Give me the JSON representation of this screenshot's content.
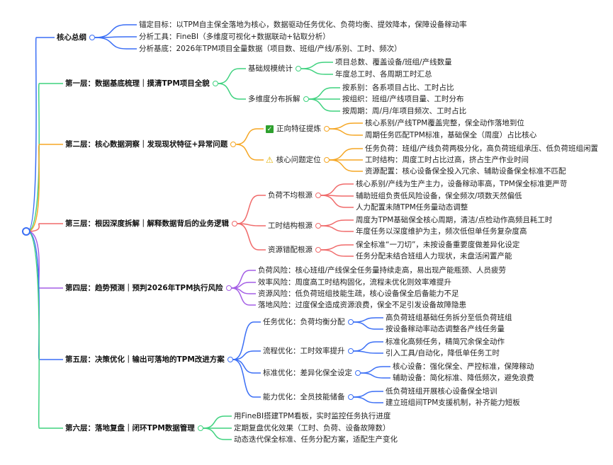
{
  "branches": [
    {
      "label": "核心总纲",
      "color": "#3b6ff5",
      "children": [
        "锚定目标：以TPM自主保全落地为核心，数据驱动任务优化、负荷均衡、提效降本，保障设备稼动率",
        "分析工具：FineBI（多维度可视化+数据联动+钻取分析）",
        "分析基底：2026年TPM项目全量数据（项目数、班组/产线/系别、工时、频次）"
      ]
    },
    {
      "label": "第一层：数据基底梳理｜摸清TPM项目全貌",
      "color": "#3fd27f",
      "children": [
        {
          "label": "基础规模统计",
          "children": [
            "项目总数、覆盖设备/班组/产线数量",
            "年度总工时、各周期工时汇总"
          ]
        },
        {
          "label": "多维度分布拆解",
          "children": [
            "按系别：各系项目占比、工时占比",
            "按组织：班组/产线项目量、工时分布",
            "按周期：周/月/年项目频次、工时占比"
          ]
        }
      ]
    },
    {
      "label": "第二层：核心数据洞察｜发现现状特征+异常问题",
      "color": "#f5a623",
      "children": [
        {
          "label": "正向特征提炼",
          "icon": "check-icon",
          "children": [
            "核心系别/产线TPM覆盖完整，保全动作落地到位",
            "周期任务匹配TPM标准，基础保全（周度）占比核心"
          ]
        },
        {
          "label": "核心问题定位",
          "icon": "warning-icon",
          "children": [
            "任务负荷：班组/产线负荷两极分化，高负荷班组承压、低负荷班组闲置",
            "工时结构：周度工时占比过高，挤占生产作业时间",
            "资源配置：核心设备保全投入冗余、辅助设备保全标准不匹配"
          ]
        }
      ]
    },
    {
      "label": "第三层：根因深度拆解｜解释数据背后的业务逻辑",
      "color": "#f06a6a",
      "children": [
        {
          "label": "负荷不均根源",
          "children": [
            "核心系别/产线为生产主力，设备稼动率高，TPM保全标准更严苛",
            "辅助班组负责低风险设备，保全频次/项数天然偏低",
            "人力配置未随TPM任务量动态调整"
          ]
        },
        {
          "label": "工时结构根源",
          "children": [
            "周度为TPM基础保全核心周期，清洁/点检动作高频且耗工时",
            "年度任务以深度维护为主，频次低但单任务复杂度高"
          ]
        },
        {
          "label": "资源错配根源",
          "children": [
            "保全标准“一刀切”，未按设备重要度做差异化设定",
            "任务分配未结合班组人力现状，未盘活闲置产能"
          ]
        }
      ]
    },
    {
      "label": "第四层：趋势预测｜预判2026年TPM执行风险",
      "color": "#a45ee5",
      "children": [
        "负荷风险：核心班组/产线保全任务量持续走高，易出现产能瓶颈、人员疲劳",
        "效率风险：周度高工时结构固化，流程未优化则效率难提升",
        "资源风险：低负荷班组技能生疏，核心设备保全后备能力不足",
        "落地风险：过度保全造成资源浪费，保全不足引发设备故障隐患"
      ]
    },
    {
      "label": "第五层：决策优化｜输出可落地的TPM改进方案",
      "color": "#3b6ff5",
      "children": [
        {
          "label": "任务优化：负荷均衡分配",
          "children": [
            "高负荷班组基础任务拆分至低负荷班组",
            "按设备稼动率动态调整各产线任务量"
          ]
        },
        {
          "label": "流程优化：工时效率提升",
          "children": [
            "标准化高频任务，精简冗余保全动作",
            "引入工具/自动化，降低单任务工时"
          ]
        },
        {
          "label": "标准优化：差异化保全设定",
          "children": [
            "核心设备：强化保全、严控标准，保障稼动",
            "辅助设备：简化标准、降低频次，避免浪费"
          ]
        },
        {
          "label": "能力优化：全员技能储备",
          "children": [
            "低负荷班组开展核心设备保全培训",
            "建立班组间TPM支援机制，补齐能力短板"
          ]
        }
      ]
    },
    {
      "label": "第六层：落地复盘｜闭环TPM数据管理",
      "color": "#3fd27f",
      "children": [
        "用FineBI搭建TPM看板，实时监控任务执行进度",
        "定期复盘优化效果（工时、负荷、设备故障数）",
        "动态迭代保全标准、任务分配方案，适配生产变化"
      ]
    }
  ]
}
